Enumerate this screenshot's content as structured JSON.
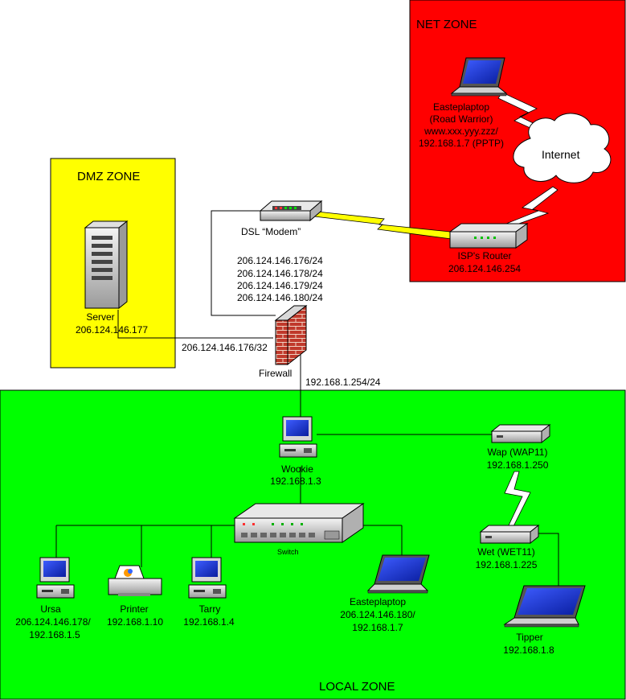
{
  "zones": {
    "net": {
      "label": "NET ZONE",
      "color": "#ff0000"
    },
    "dmz": {
      "label": "DMZ ZONE",
      "color": "#ffff00"
    },
    "local": {
      "label": "LOCAL ZONE",
      "color": "#00ff00"
    }
  },
  "devices": {
    "easteplaptop_remote": {
      "lines": [
        "Easteplaptop",
        "(Road Warrior)",
        "www.xxx.yyy.zzz/",
        "192.168.1.7 (PPTP)"
      ],
      "icon": "laptop-icon"
    },
    "internet": {
      "label": "Internet",
      "icon": "cloud-icon"
    },
    "isp_router": {
      "lines": [
        "ISP's Router",
        "206.124.146.254"
      ],
      "icon": "router-icon"
    },
    "dsl_modem": {
      "lines": [
        "DSL “Modem”"
      ],
      "icon": "modem-icon"
    },
    "server": {
      "lines": [
        "Server",
        "206.124.146.177"
      ],
      "icon": "server-tower-icon"
    },
    "firewall": {
      "lines": [
        "Firewall"
      ],
      "icon": "firewall-brick-icon"
    },
    "wookie": {
      "lines": [
        "Wookie",
        "192.168.1.3"
      ],
      "icon": "desktop-pc-icon"
    },
    "wap": {
      "lines": [
        "Wap (WAP11)",
        "192.168.1.250"
      ],
      "icon": "access-point-icon"
    },
    "wet": {
      "lines": [
        "Wet (WET11)",
        "192.168.1.225"
      ],
      "icon": "bridge-icon"
    },
    "switch": {
      "lines": [
        "Switch"
      ],
      "icon": "switch-icon"
    },
    "ursa": {
      "lines": [
        "Ursa",
        "206.124.146.178/",
        "192.168.1.5"
      ],
      "icon": "desktop-pc-icon"
    },
    "printer": {
      "lines": [
        "Printer",
        "192.168.1.10"
      ],
      "icon": "printer-icon"
    },
    "tarry": {
      "lines": [
        "Tarry",
        "192.168.1.4"
      ],
      "icon": "desktop-pc-icon"
    },
    "easteplaptop_local": {
      "lines": [
        "Easteplaptop",
        "206.124.146.180/",
        "192.168.1.7"
      ],
      "icon": "laptop-icon"
    },
    "tipper": {
      "lines": [
        "Tipper",
        "192.168.1.8"
      ],
      "icon": "laptop-icon"
    }
  },
  "addresses": {
    "firewall_external": [
      "206.124.146.176/24",
      "206.124.146.178/24",
      "206.124.146.179/24",
      "206.124.146.180/24"
    ],
    "dmz_link": "206.124.146.176/32",
    "local_link": "192.168.1.254/24"
  }
}
